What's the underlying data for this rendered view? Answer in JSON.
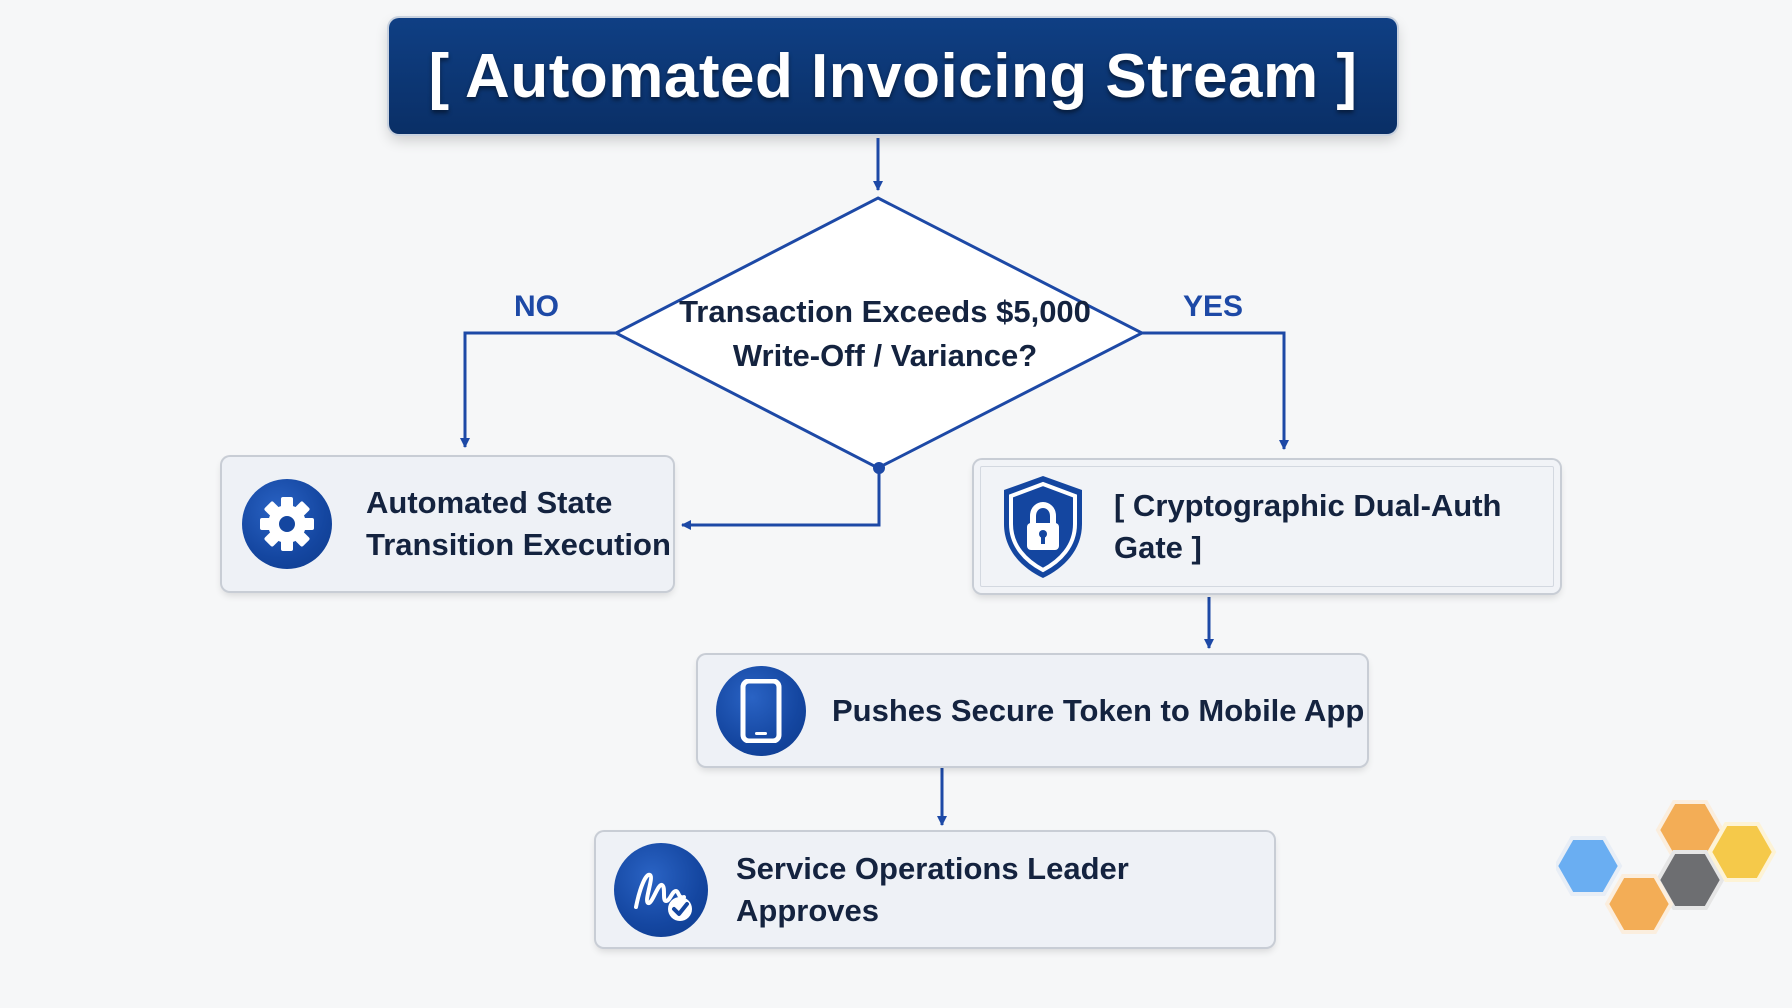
{
  "title": "[ Automated Invoicing Stream ]",
  "decision": {
    "line1": "Transaction Exceeds $5,000",
    "line2": "Write-Off / Variance?"
  },
  "branches": {
    "no": "NO",
    "yes": "YES"
  },
  "nodes": {
    "automated": {
      "line1": "Automated State",
      "line2": "Transition Execution",
      "icon": "gear-icon"
    },
    "gate": {
      "label": "[ Cryptographic Dual-Auth Gate ]",
      "icon": "shield-lock-icon"
    },
    "token": {
      "label": "Pushes Secure Token to Mobile App",
      "icon": "smartphone-icon"
    },
    "approve": {
      "label": "Service Operations Leader Approves",
      "icon": "signature-check-icon"
    }
  },
  "decoration": {
    "icon": "hexagon-cluster-icon",
    "colors": [
      "#6aaef2",
      "#f3ad56",
      "#6d6e71",
      "#f5c94a"
    ]
  },
  "colors": {
    "primary": "#0f3f84",
    "accent": "#1d49a6",
    "box_bg": "#eef1f6"
  }
}
